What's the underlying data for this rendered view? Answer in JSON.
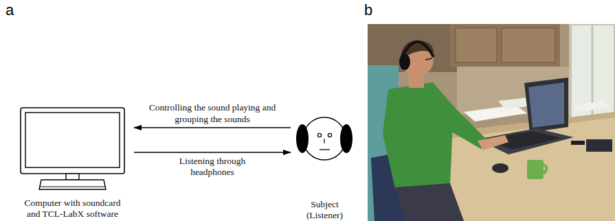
{
  "diagram": {
    "nodes": [
      {
        "text": [
          "Computer with soundcard and TCL-LabX software"
        ]
      },
      {
        "text": [
          "Subject (Listener)"
        ]
      }
    ],
    "edges": [
      {
        "from": 1,
        "to": 0,
        "arrow": "to",
        "label": "Controlling the sound playing and grouping the sounds"
      },
      {
        "from": 0,
        "to": 1,
        "arrow": "to",
        "label": "Listening through headphones"
      }
    ],
    "labels": [
      "a",
      "b"
    ]
  }
}
